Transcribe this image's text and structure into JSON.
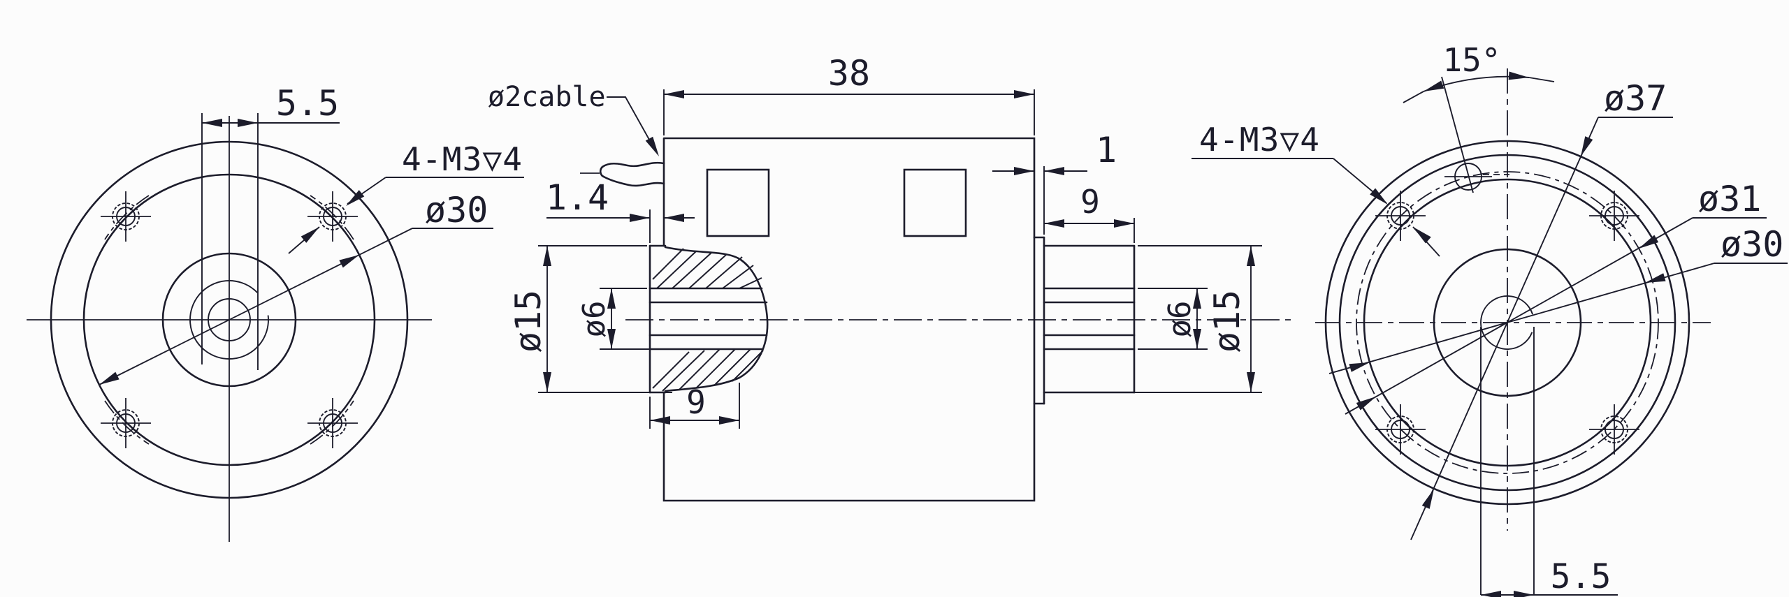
{
  "meta": {
    "document_type": "engineering-drawing",
    "description": "Three-view dimensioned CAD drawing of a small cylindrical slip-ring / motor capsule with mounting flanges",
    "background_color": "#fcfcfc",
    "line_color": "#1c1c2b"
  },
  "views": {
    "front_left": {
      "name": "front-flange-view",
      "labels": {
        "slot_width": "5.5",
        "thread_spec": "4-M3▽4",
        "flange_dia": "ø30"
      }
    },
    "section_side": {
      "name": "side-section-view",
      "labels": {
        "cable": "ø2cable",
        "body_length": "38",
        "hub_offset": "1.4",
        "hub_dia": "ø15",
        "hub_bore_dia": "ø6",
        "hub_length": "9",
        "step_width": "1",
        "shaft_length": "9",
        "shaft_bore_dia": "ø6",
        "shaft_dia": "ø15"
      }
    },
    "rear_right": {
      "name": "rear-flange-view",
      "labels": {
        "hole_angle": "15°",
        "thread_spec": "4-M3▽4",
        "outer_dia": "ø37",
        "bolt_circle_dia": "ø31",
        "inner_dia": "ø30",
        "slot_width": "5.5"
      }
    }
  }
}
